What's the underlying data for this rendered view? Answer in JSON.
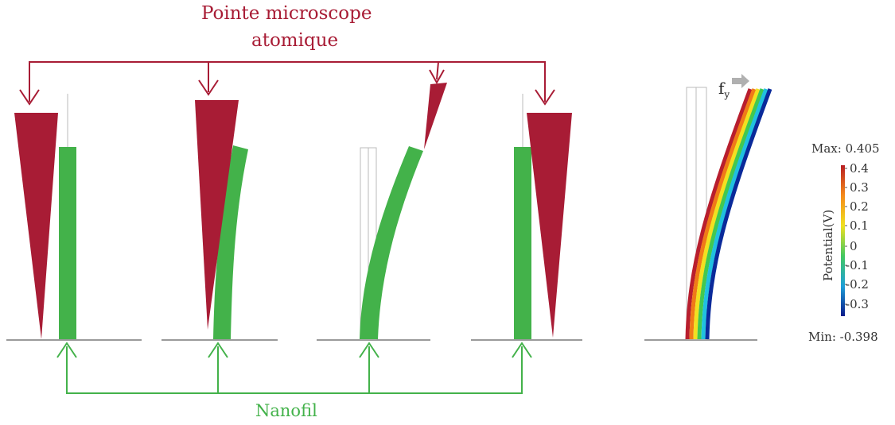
{
  "labels": {
    "tip_line1": "Pointe microscope",
    "tip_line2": "atomique",
    "nanowire": "Nanofil",
    "force": "f",
    "force_sub": "y"
  },
  "legend": {
    "max_label": "Max: 0.405",
    "min_label": "Min: -0.398",
    "title": "Potential(V)",
    "ticks": [
      "0.4",
      "0.3",
      "0.2",
      "0.1",
      "0",
      "-0.1",
      "-0.2",
      "-0.3"
    ]
  },
  "colors": {
    "tip": "#a81c35",
    "nanowire": "#43b24a",
    "ground": "#999999",
    "outline": "#bbbbbb",
    "force_arrow": "#b0b0b0",
    "colormap": [
      "#0a1a8a",
      "#1ea0d8",
      "#44c860",
      "#f0e020",
      "#f58a1a",
      "#c81e1e",
      "#9e1030"
    ]
  }
}
